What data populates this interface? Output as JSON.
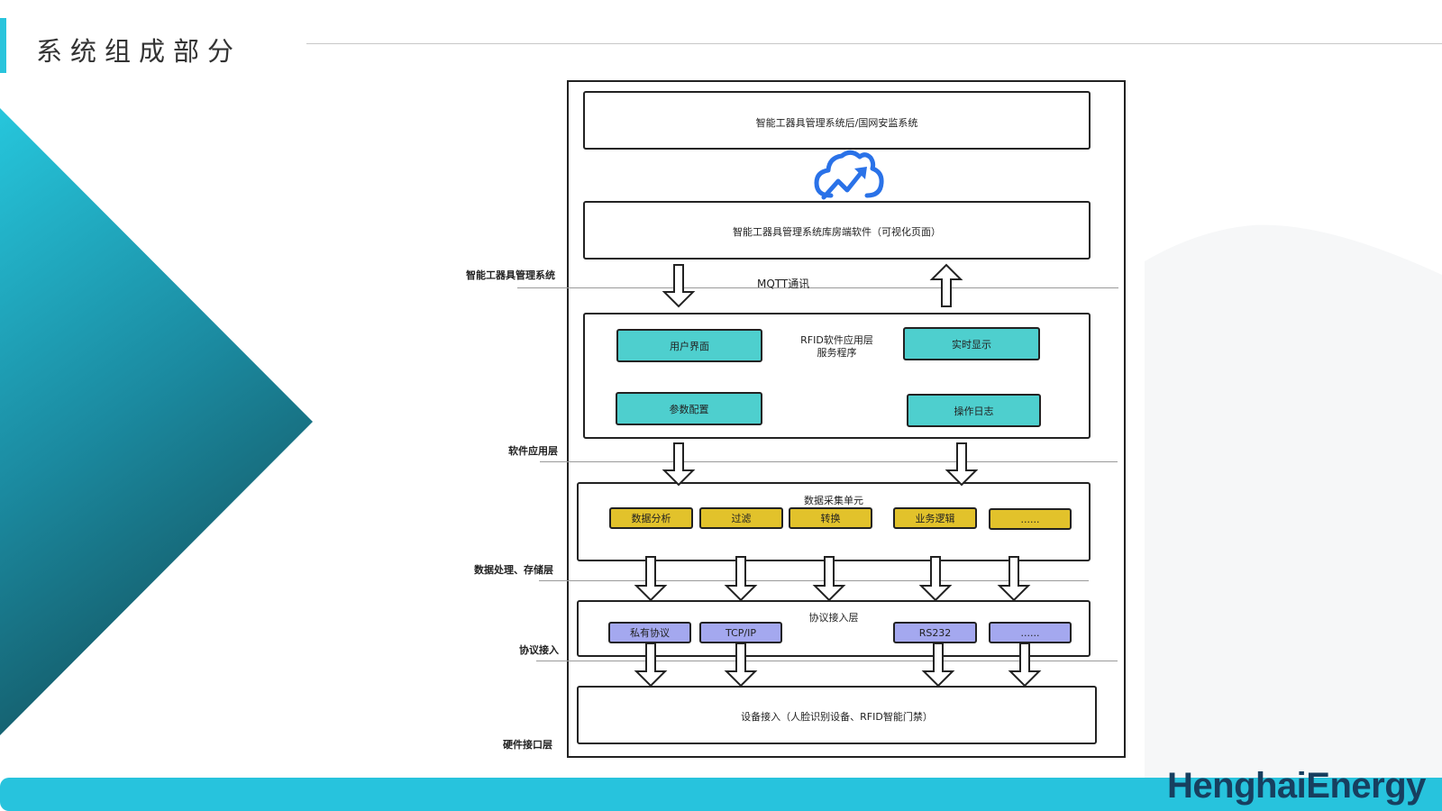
{
  "page": {
    "title": "系统组成部分",
    "brand": "HenghaiEnergy",
    "colors": {
      "accent": "#29c4dc",
      "brand_text": "#173f5f",
      "teal_chip": "#4ecfce",
      "yellow_chip": "#e2c22b",
      "purple_chip": "#a4a8ef"
    }
  },
  "diagram": {
    "top_system_box": "智能工器具管理系统后/国网安监系统",
    "cloud_icon": "cloud-upload-chart-icon",
    "software_box": "智能工器具管理系统库房端软件（可视化页面）",
    "mqtt_label": "MQTT通讯",
    "app_layer": {
      "title_line1": "RFID软件应用层",
      "title_line2": "服务程序",
      "items": [
        "用户界面",
        "实时显示",
        "参数配置",
        "操作日志"
      ]
    },
    "data_unit": {
      "title": "数据采集单元",
      "items": [
        "数据分析",
        "过滤",
        "转换",
        "业务逻辑",
        "......"
      ]
    },
    "protocol_layer": {
      "title": "协议接入层",
      "items": [
        "私有协议",
        "TCP/IP",
        "RS232",
        "......"
      ]
    },
    "device_box": "设备接入（人脸识别设备、RFID智能门禁）",
    "layer_labels": [
      "智能工器具管理系统",
      "软件应用层",
      "数据处理、存储层",
      "协议接入",
      "硬件接口层"
    ]
  }
}
